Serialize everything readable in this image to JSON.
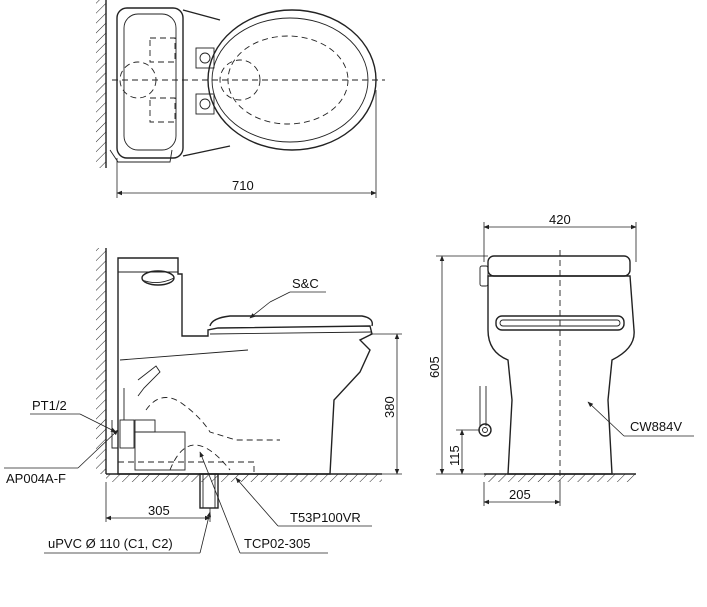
{
  "dimensions": {
    "length_total": "710",
    "width_total": "420",
    "height_total": "605",
    "rim_height": "380",
    "rough_in": "305",
    "supply_height": "115",
    "supply_offset": "205"
  },
  "labels": {
    "seat_cover": "S&C",
    "supply_connection": "PT1/2",
    "stop_valve": "AP004A-F",
    "flange": "T53P100VR",
    "drain_pipe": "uPVC Ø 110 (C1, C2)",
    "connector": "TCP02-305",
    "toilet_model": "CW884V"
  }
}
